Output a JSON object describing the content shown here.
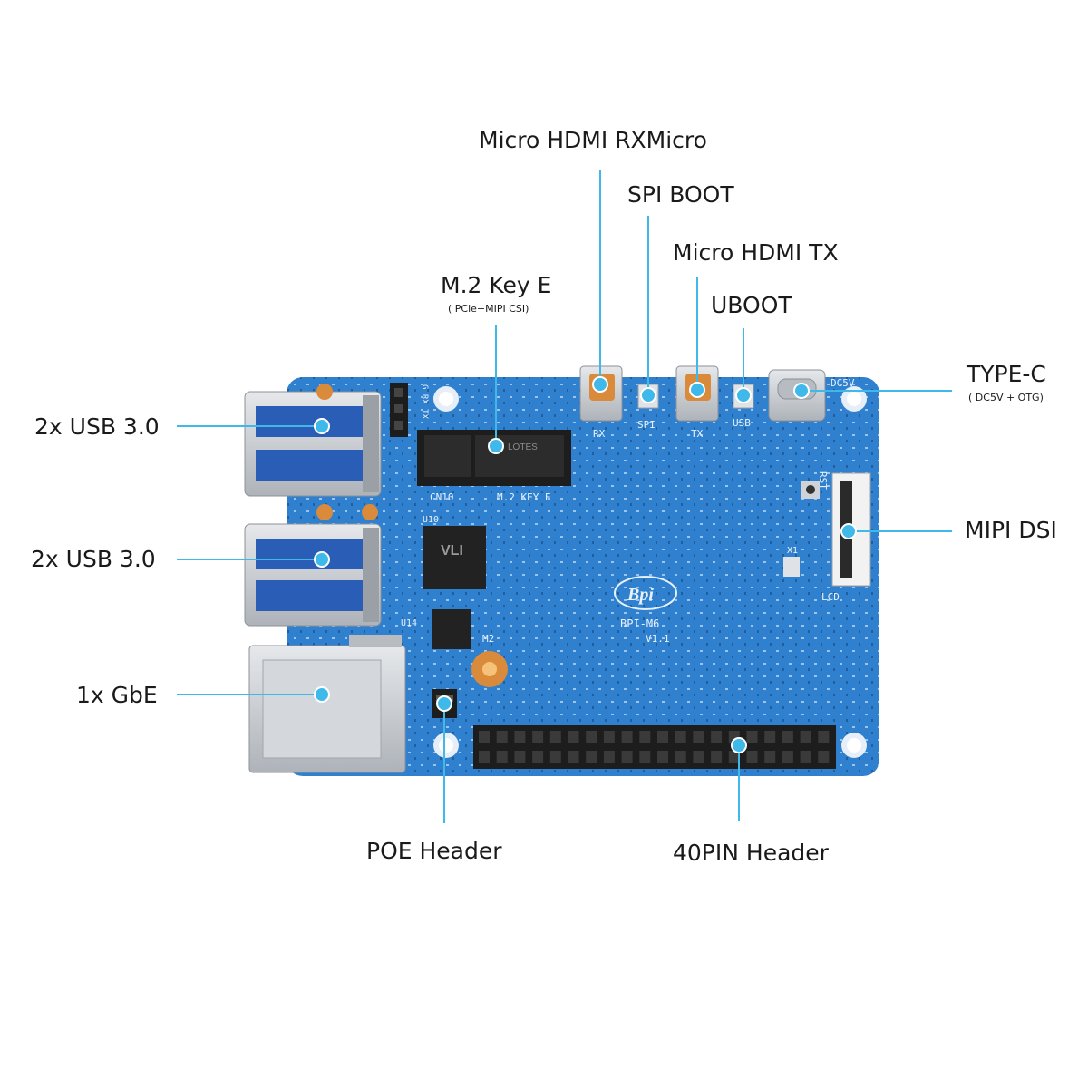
{
  "labels": {
    "hdmi_rx": "Micro HDMI RXMicro",
    "spi_boot": "SPI BOOT",
    "hdmi_tx": "Micro HDMI TX",
    "uboot": "UBOOT",
    "m2_title": "M.2 Key E",
    "m2_sub": "( PCle+MIPI CSI)",
    "typec_title": "TYPE-C",
    "typec_sub": "( DC5V + OTG)",
    "usb_top": "2x USB 3.0",
    "usb_bottom": "2x USB 3.0",
    "gbe": "1x GbE",
    "mipi_dsi": "MIPI DSI",
    "poe": "POE Header",
    "gpio40": "40PIN Header"
  },
  "board_text": {
    "rx": "RX",
    "spi": "SPI",
    "tx": "TX",
    "usb": "USB",
    "dc5v": "DC5V",
    "rst": "RST",
    "lcd": "LCD",
    "cn10": "CN10",
    "m2_key": "M.2 KEY E",
    "lotes": "LOTES",
    "u10": "U10",
    "u14": "U14",
    "m2": "M2",
    "x1": "X1",
    "bpi": "Bpi",
    "model": "BPI-M6",
    "version": "V1.1",
    "vli": "VLI",
    "g_rx_tx": "G RX TX"
  },
  "colors": {
    "pcb": "#2f80cf",
    "callout": "#3fb8ea",
    "header_black": "#1d1d1d",
    "metal": "#c9cdd2",
    "copper": "#d98a3a"
  }
}
